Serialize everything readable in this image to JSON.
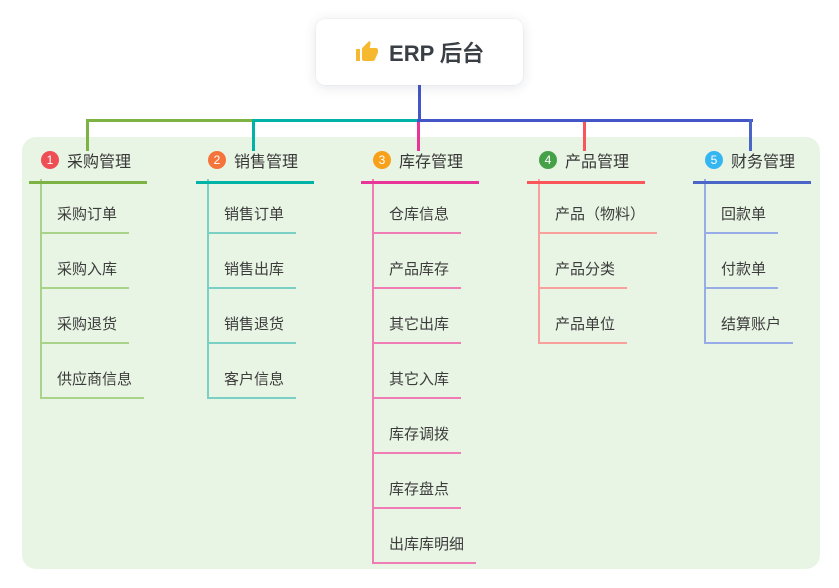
{
  "root": {
    "label": "ERP 后台",
    "icon": "thumbs-up-icon",
    "icon_color": "#f5b82e"
  },
  "theme": {
    "page_bg": "#ffffff",
    "panel_bg": "#e9f5e4",
    "root_connector_color": "#4456c7",
    "text_color": "#3b3b3b"
  },
  "branches": [
    {
      "badge": "1",
      "label": "采购管理",
      "badge_color": "#ee4f55",
      "line_color": "#7cb342",
      "child_line_color": "#a9d388",
      "children": [
        "采购订单",
        "采购入库",
        "采购退货",
        "供应商信息"
      ]
    },
    {
      "badge": "2",
      "label": "销售管理",
      "badge_color": "#f4743b",
      "line_color": "#00b3a6",
      "child_line_color": "#7bd0c6",
      "children": [
        "销售订单",
        "销售出库",
        "销售退货",
        "客户信息"
      ]
    },
    {
      "badge": "3",
      "label": "库存管理",
      "badge_color": "#f9a01b",
      "line_color": "#e73697",
      "child_line_color": "#ef7cb5",
      "children": [
        "仓库信息",
        "产品库存",
        "其它出库",
        "其它入库",
        "库存调拨",
        "库存盘点",
        "出库库明细"
      ]
    },
    {
      "badge": "4",
      "label": "产品管理",
      "badge_color": "#44a148",
      "line_color": "#fb555c",
      "child_line_color": "#f9a09c",
      "children": [
        "产品（物料）",
        "产品分类",
        "产品单位"
      ]
    },
    {
      "badge": "5",
      "label": "财务管理",
      "badge_color": "#36b6f0",
      "line_color": "#4b64c8",
      "child_line_color": "#97abe7",
      "children": [
        "回款单",
        "付款单",
        "结算账户"
      ]
    }
  ]
}
